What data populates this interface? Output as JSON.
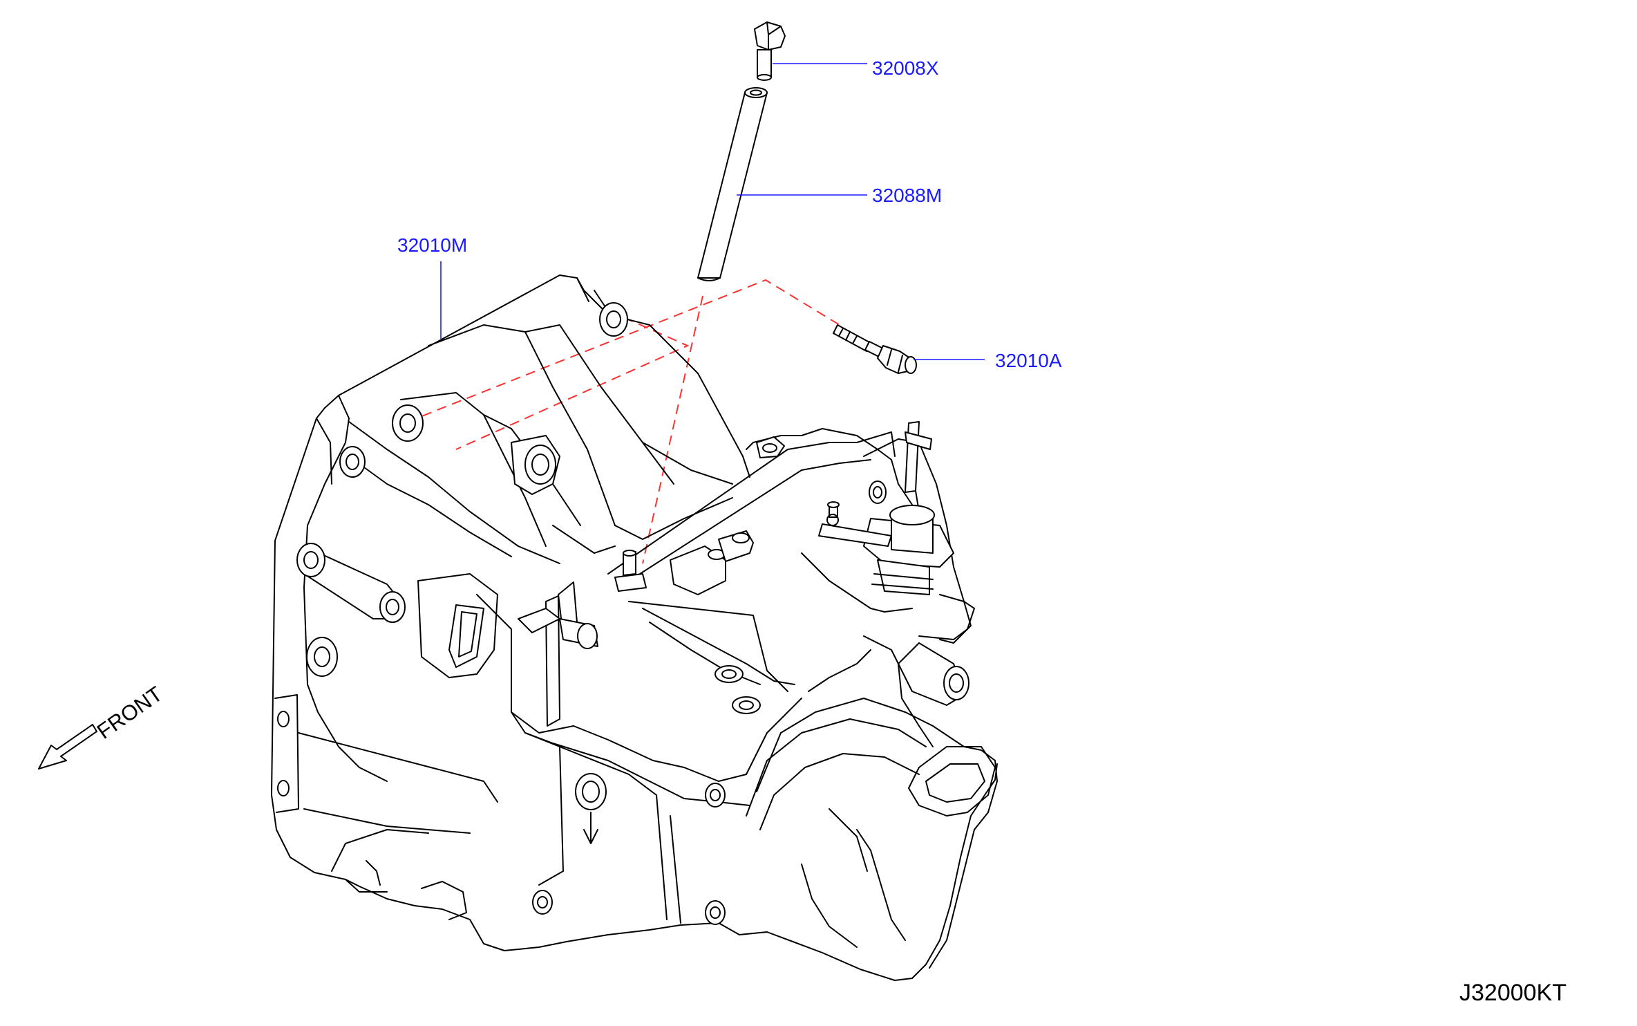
{
  "diagram": {
    "parts": [
      {
        "id": "part-32008X",
        "label": "32008X"
      },
      {
        "id": "part-32088M",
        "label": "32088M"
      },
      {
        "id": "part-32010M",
        "label": "32010M"
      },
      {
        "id": "part-32010A",
        "label": "32010A"
      }
    ],
    "direction_label": "FRONT",
    "diagram_code": "J32000KT"
  }
}
